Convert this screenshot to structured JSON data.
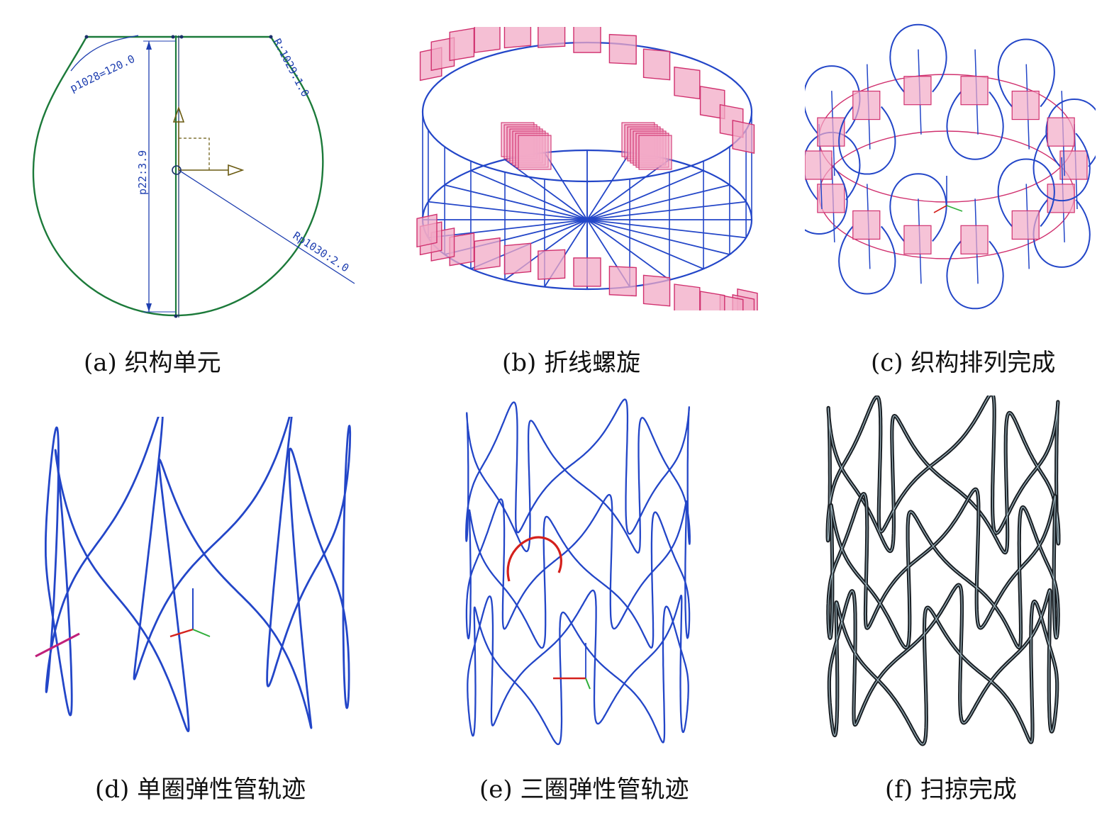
{
  "captions": {
    "a": "(a)  织构单元",
    "b": "(b)  折线螺旋",
    "c": "(c)  织构排列完成",
    "d": "(d)  单圈弹性管轨迹",
    "e": "(e) 三圈弹性管轨迹",
    "f": "(f) 扫掠完成"
  },
  "dimensions": {
    "angle": "p1028=120.0",
    "radius1": "R:1029:1.0",
    "height": "p22:3.9",
    "radius2": "Rp1030:2.0"
  },
  "colors": {
    "sketch": "#1c7a3a",
    "dim": "#1f3fb0",
    "wire": "#2346c8",
    "plane_fill": "#f2a9c6",
    "plane_stroke": "#d0306e",
    "highlight": "#d4201c",
    "solid": "#1a1f24"
  }
}
